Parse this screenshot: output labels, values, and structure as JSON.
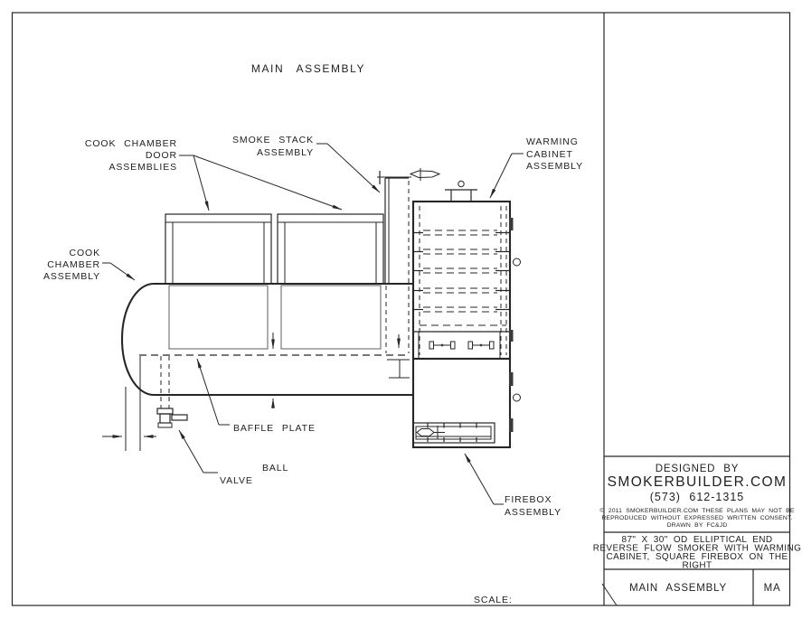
{
  "drawing": {
    "view_title": "MAIN ASSEMBLY",
    "scale_label": "SCALE:",
    "labels": {
      "cook_chamber_door": {
        "line1": "COOK CHAMBER",
        "line2": "DOOR",
        "line3": "ASSEMBLIES"
      },
      "smoke_stack": {
        "line1": "SMOKE STACK",
        "line2": "ASSEMBLY"
      },
      "warming_cabinet": {
        "line1": "WARMING",
        "line2": "CABINET",
        "line3": "ASSEMBLY"
      },
      "cook_chamber": {
        "line1": "COOK",
        "line2": "CHAMBER",
        "line3": "ASSEMBLY"
      },
      "baffle_plate": "BAFFLE PLATE",
      "ball": "BALL",
      "valve": "VALVE",
      "firebox": {
        "line1": "FIREBOX",
        "line2": "ASSEMBLY"
      }
    }
  },
  "title_block": {
    "designed_by": "DESIGNED BY",
    "company": "SMOKERBUILDER.COM",
    "phone": "(573) 612-1315",
    "copyright": {
      "line1": "© 2011 SMOKERBUILDER.COM THESE PLANS MAY NOT BE",
      "line2": "REPRODUCED WITHOUT EXPRESSED WRITTEN CONSENT.",
      "line3": "DRAWN BY FC&JD"
    },
    "description": {
      "line1": "87\" X 30\" OD ELLIPTICAL END",
      "line2": "REVERSE FLOW SMOKER WITH WARMING",
      "line3": "CABINET, SQUARE FIREBOX ON THE",
      "line4": "RIGHT"
    },
    "sheet_title": "MAIN ASSEMBLY",
    "sheet_code": "MA"
  },
  "colors": {
    "line": "#262626",
    "paper": "#ffffff"
  }
}
